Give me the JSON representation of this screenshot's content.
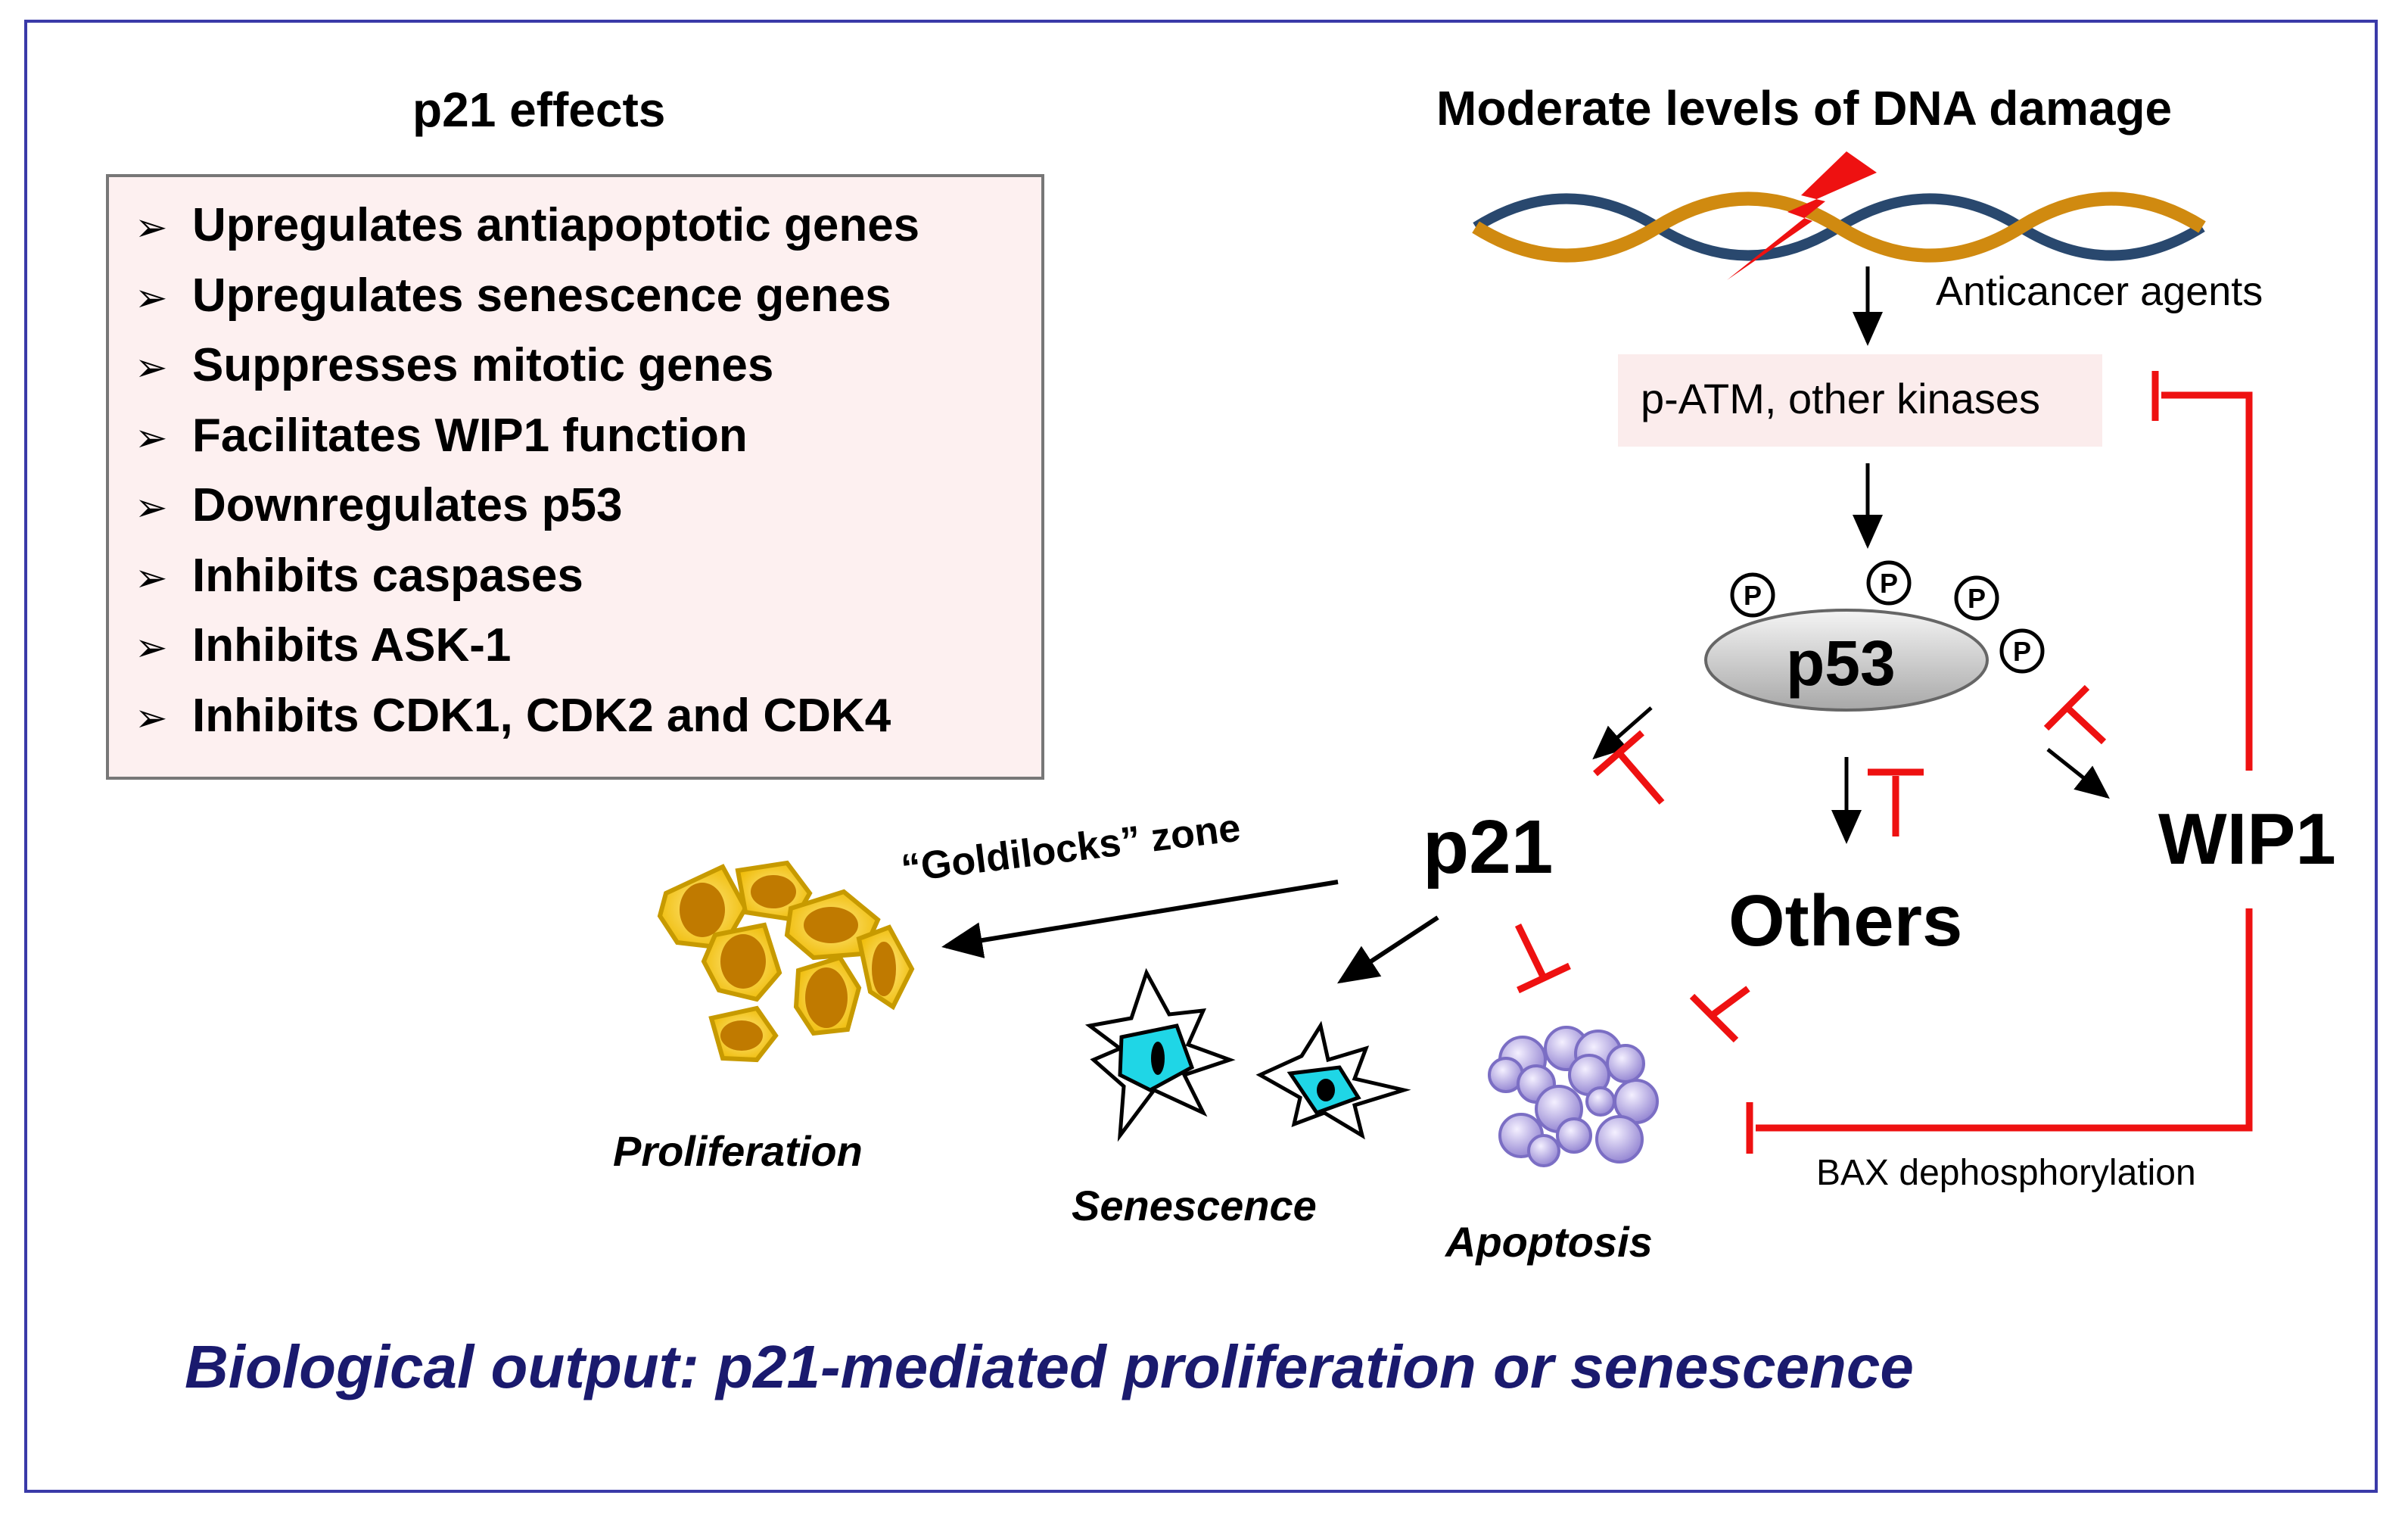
{
  "effects": {
    "heading": "p21 effects",
    "bullet_glyph": "➢",
    "items": [
      "Upregulates antiapoptotic genes",
      "Upregulates senescence genes",
      "Suppresses mitotic genes",
      "Facilitates WIP1 function",
      "Downregulates p53",
      "Inhibits caspases",
      "Inhibits ASK-1",
      "Inhibits CDK1, CDK2 and CDK4"
    ]
  },
  "pathway": {
    "damage_label": "Moderate levels of DNA damage",
    "agents_label": "Anticancer agents",
    "kinases_label": "p-ATM, other kinases",
    "p53_label": "p53",
    "phospho_label": "P",
    "p21_label": "p21",
    "others_label": "Others",
    "wip1_label": "WIP1",
    "goldilocks_label": "“Goldilocks” zone",
    "bax_label": "BAX dephosphorylation"
  },
  "outcomes": {
    "proliferation": "Proliferation",
    "senescence": "Senescence",
    "apoptosis": "Apoptosis"
  },
  "footer": {
    "conclusion": "Biological output: p21-mediated proliferation or senescence"
  },
  "colors": {
    "frame": "#3a3aa8",
    "inhibition": "#ee1111",
    "conclusion_text": "#1a1a6e",
    "p53_fill": "#c8c8c8",
    "proliferating_cell": "#f5c518",
    "senescent_cell": "#1fd6e6",
    "apoptotic_body": "#b6a9e6"
  }
}
